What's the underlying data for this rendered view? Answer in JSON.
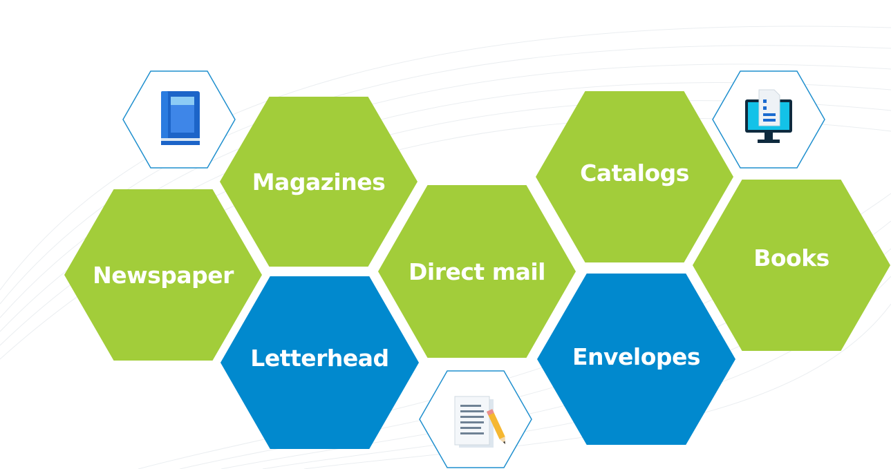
{
  "colors": {
    "green": "#A2CD3A",
    "blue": "#0189CE",
    "outline": "#1F8FCE",
    "label": "#FFFFFF"
  },
  "hexagons": [
    {
      "id": "magazines",
      "label": "Magazines",
      "color": "green"
    },
    {
      "id": "newspaper",
      "label": "Newspaper",
      "color": "green"
    },
    {
      "id": "letterhead",
      "label": "Letterhead",
      "color": "blue"
    },
    {
      "id": "direct-mail",
      "label": "Direct mail",
      "color": "green"
    },
    {
      "id": "catalogs",
      "label": "Catalogs",
      "color": "green"
    },
    {
      "id": "envelopes",
      "label": "Envelopes",
      "color": "blue"
    },
    {
      "id": "books",
      "label": "Books",
      "color": "green"
    }
  ],
  "icons": [
    {
      "id": "book",
      "icon": "book-icon"
    },
    {
      "id": "monitor",
      "icon": "monitor-document-icon"
    },
    {
      "id": "document",
      "icon": "document-pencil-icon"
    }
  ]
}
